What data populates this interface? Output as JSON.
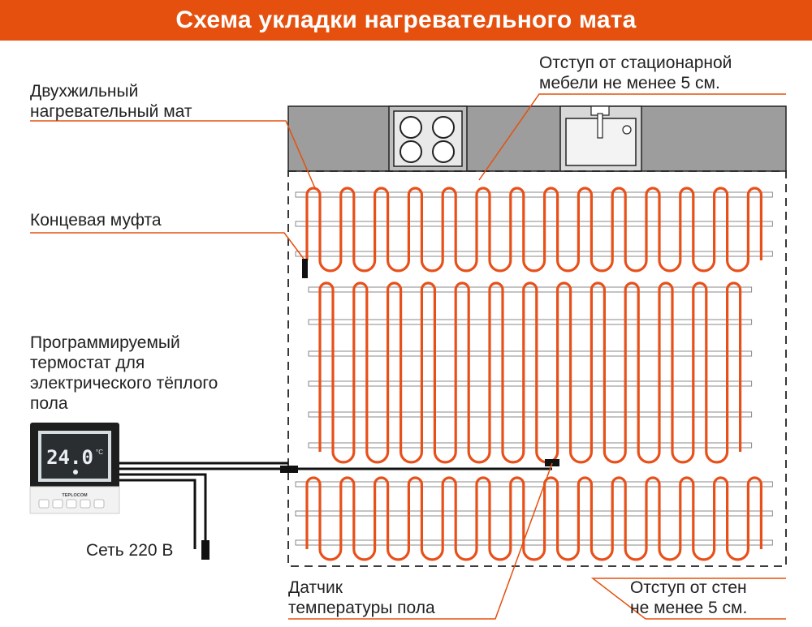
{
  "title": "Схема укладки нагревательного мата",
  "labels": {
    "mat_line1": "Двухжильный",
    "mat_line2": "нагревательный мат",
    "coupling": "Концевая муфта",
    "thermostat_line1": "Программируемый",
    "thermostat_line2": "термостат для",
    "thermostat_line3": "электрического тёплого",
    "thermostat_line4": "пола",
    "furniture_line1": "Отступ от стационарной",
    "furniture_line2": "мебели не менее 5 см.",
    "mains": "Сеть 220 В",
    "sensor_line1": "Датчик",
    "sensor_line2": "температуры пола",
    "walls_line1": "Отступ от стен",
    "walls_line2": "не менее 5 см."
  },
  "thermostat": {
    "display": "24.0",
    "unit": "°C",
    "brand": "TEPLOCOM"
  },
  "colors": {
    "accent": "#e5500e",
    "cable": "#e8501a",
    "counter": "#9d9d9d",
    "dark": "#111111"
  }
}
